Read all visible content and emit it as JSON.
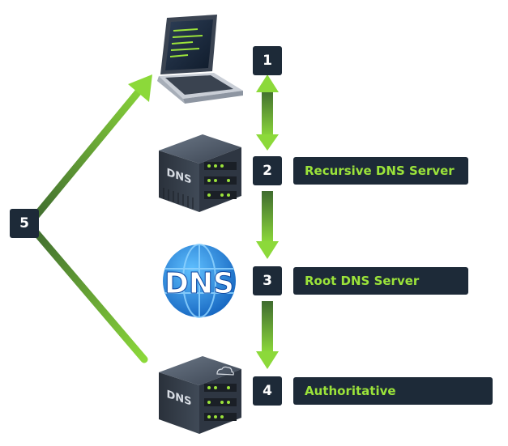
{
  "steps": {
    "s1": "1",
    "s2": "2",
    "s3": "3",
    "s4": "4",
    "s5": "5"
  },
  "labels": {
    "recursive": "Recursive DNS Server",
    "root": "Root DNS Server",
    "authoritative": "Authoritative"
  },
  "icons": {
    "laptop": "laptop-icon",
    "recursive_server": "dns-server-icon",
    "root_globe": "dns-globe-icon",
    "authoritative_server": "dns-server-cloud-icon",
    "dns_text": "DNS"
  },
  "colors": {
    "box": "#1d2a38",
    "label_text": "#9be33a",
    "arrow_light": "#8cd93a",
    "arrow_dark": "#3f6b2f"
  }
}
